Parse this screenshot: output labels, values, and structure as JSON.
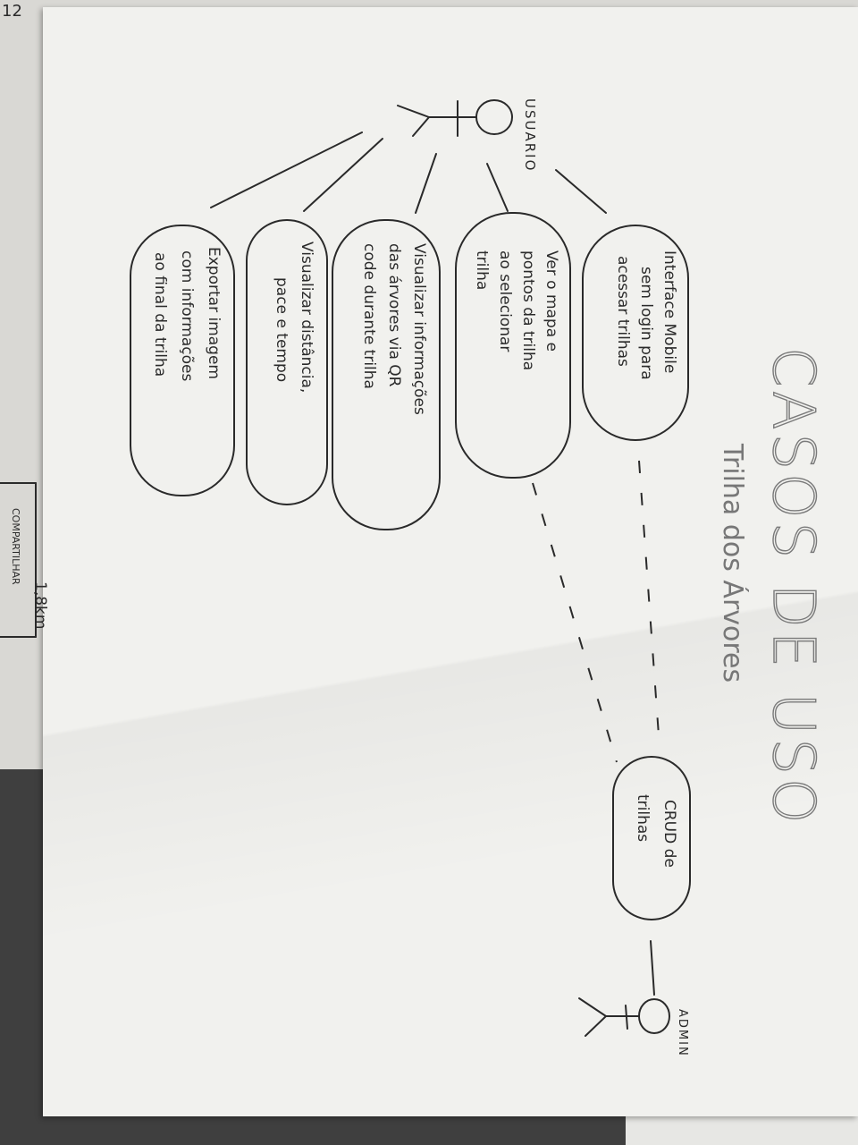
{
  "diagram": {
    "title": "CASOS DE USO",
    "subtitle": "Trilha dos Árvores",
    "actors": [
      {
        "id": "usuario",
        "label": "USUARIO"
      },
      {
        "id": "admin",
        "label": "ADMIN"
      }
    ],
    "use_cases": [
      {
        "id": "uc1",
        "lines": [
          "Interface Mobile",
          "sem login para",
          "acessar trilhas"
        ]
      },
      {
        "id": "uc2",
        "lines": [
          "Ver o mapa e",
          "pontos da trilha",
          "ao selecionar",
          "trilha"
        ]
      },
      {
        "id": "uc3",
        "lines": [
          "Visualizar informações",
          "das árvores via QR",
          "code durante trilha"
        ]
      },
      {
        "id": "uc4",
        "lines": [
          "Visualizar distância,",
          "pace e tempo"
        ]
      },
      {
        "id": "uc5",
        "lines": [
          "Exportar imagem",
          "com informações",
          "ao final da trilha"
        ]
      },
      {
        "id": "uc6",
        "lines": [
          "CRUD de",
          "trilhas"
        ]
      }
    ]
  },
  "background_sheet": {
    "top_number": "12",
    "distance": "1,8km",
    "share_label": "COMPARTILHAR"
  },
  "colors": {
    "paper": "#f1f1ee",
    "ink": "#2a2a2a",
    "table": "#3f3f3f"
  }
}
